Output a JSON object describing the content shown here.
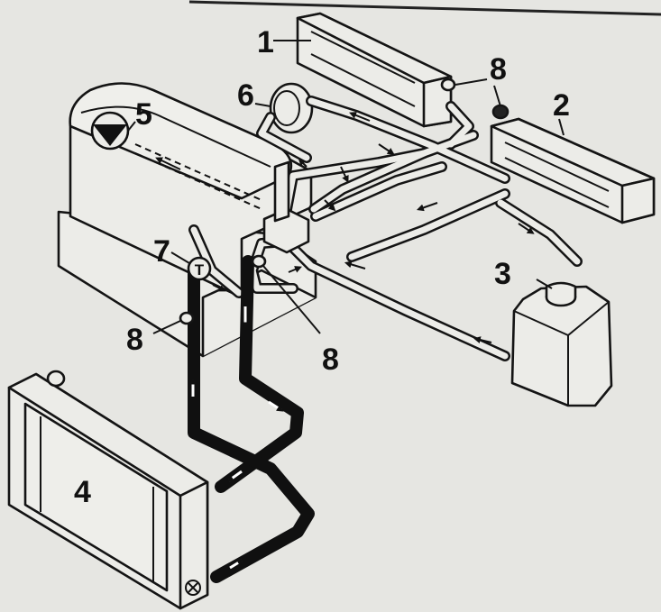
{
  "diagram": {
    "labels": {
      "heater_1": "1",
      "heater_2": "2",
      "expansion_tank": "3",
      "radiator": "4",
      "pump": "5",
      "valve": "6",
      "thermostat": "7",
      "bleed_top": "8",
      "bleed_mid": "8",
      "bleed_left": "8"
    },
    "thermostat_symbol": "T",
    "colors": {
      "line": "#141414",
      "fill": "#ecece8",
      "background": "#e6e6e2"
    }
  }
}
